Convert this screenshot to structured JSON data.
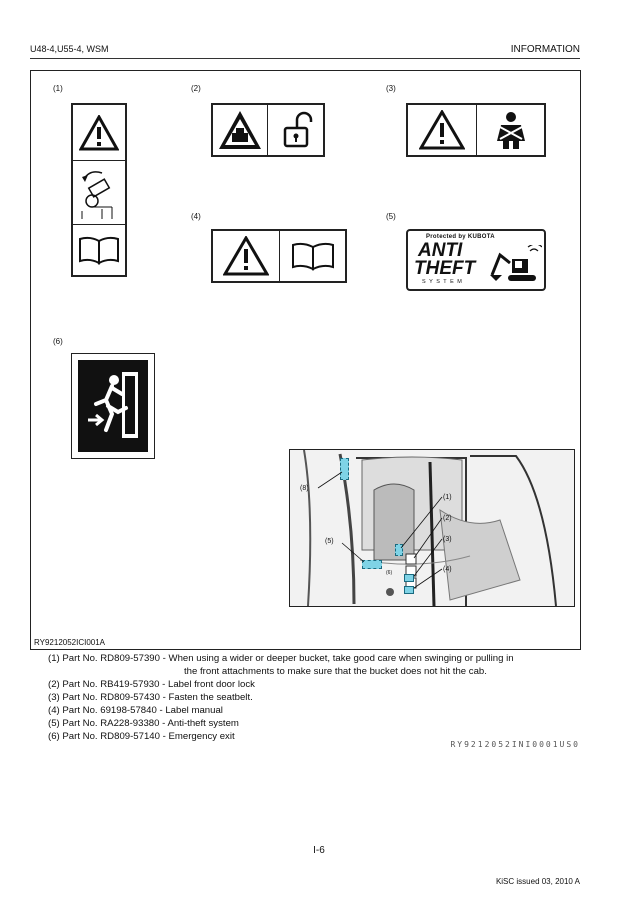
{
  "header": {
    "left": "U48-4,U55-4, WSM",
    "right": "INFORMATION"
  },
  "figure": {
    "labels": [
      "(1)",
      "(2)",
      "(3)",
      "(4)",
      "(5)",
      "(6)"
    ],
    "anti_theft": {
      "protected": "Protected by KUBOTA",
      "anti": "ANTI",
      "theft": "THEFT",
      "system": "S Y S T E M"
    },
    "callouts": [
      "(8)",
      "(1)",
      "(2)",
      "(3)",
      "(5)",
      "(4)",
      "(6)"
    ],
    "id": "RY9212052ICI001A"
  },
  "captions": [
    {
      "part": "(1) Part No. RD809-57390",
      "desc": " - When using a wider or deeper bucket, take good care when swinging or pulling in",
      "cont": "the front attachments to make sure that the bucket does not hit the cab."
    },
    {
      "part": "(2) Part No. RB419-57930",
      "desc": " - Label front door lock"
    },
    {
      "part": "(3) Part No. RD809-57430",
      "desc": " - Fasten the seatbelt."
    },
    {
      "part": "(4) Part No. 69198-57840",
      "desc": " - Label manual"
    },
    {
      "part": "(5) Part No. RA228-93380",
      "desc": " - Anti-theft system"
    },
    {
      "part": "(6) Part No. RD809-57140",
      "desc": " - Emergency exit"
    }
  ],
  "ref_code": "RY9212052INI0001US0",
  "page_number": "I-6",
  "footer": "KiSC issued 03, 2010 A"
}
